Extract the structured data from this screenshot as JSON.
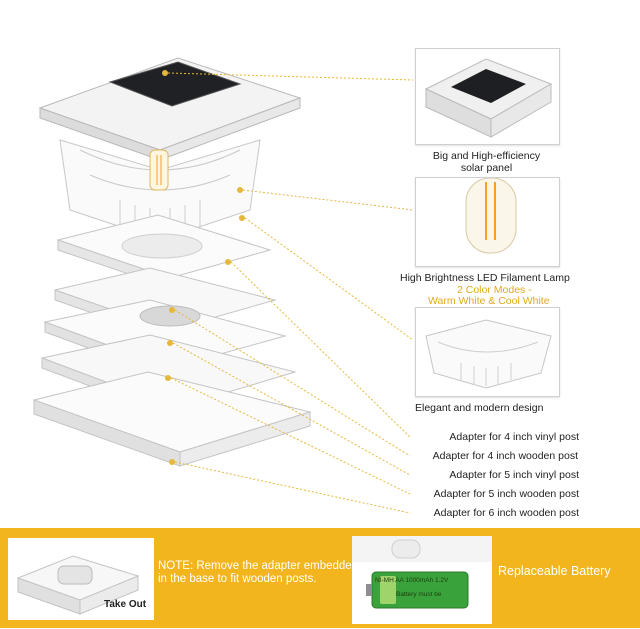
{
  "callouts": {
    "solar_panel": "Big and High-efficiency\nsolar panel",
    "filament_lamp": "High Brightness LED Filament Lamp",
    "color_modes_line1": "2 Color Modes -",
    "color_modes_line2": "Warm White & Cool White",
    "design": "Elegant and modern design"
  },
  "adapters": [
    "Adapter for 4 inch vinyl post",
    "Adapter for 4 inch wooden post",
    "Adapter for 5 inch vinyl post",
    "Adapter for 5 inch wooden post",
    "Adapter for 6 inch wooden post"
  ],
  "bottom": {
    "note": "NOTE: Remove the adapter embedded in the base to fit wooden posts.",
    "take_out": "Take Out",
    "replaceable_battery": "Replaceable Battery",
    "battery_label_top": "NI-MH AA 1000mAh 1.2V",
    "battery_label_bottom": "Battery must be"
  },
  "colors": {
    "accent": "#f2b51e",
    "leader": "#e5b73b",
    "highlight_text": "#e3a91d"
  }
}
